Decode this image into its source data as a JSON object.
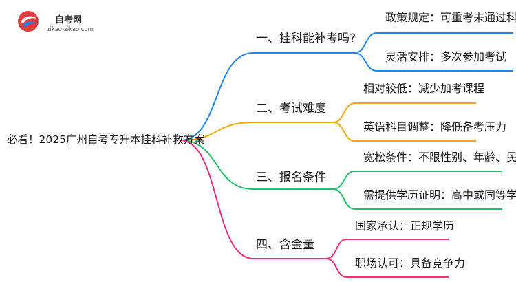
{
  "logo": {
    "name": "自考网",
    "url": "zikao-zikao.com"
  },
  "root": {
    "label": "必看！2025广州自考专升本挂科补救方案"
  },
  "branches": [
    {
      "label": "一、挂科能补考吗?",
      "color": "#1e88f0",
      "leaves": [
        {
          "label": "政策规定：可重考未通过科目"
        },
        {
          "label": "灵活安排：多次参加考试"
        }
      ]
    },
    {
      "label": "二、考试难度",
      "color": "#f5a60d",
      "leaves": [
        {
          "label": "相对较低：减少加考课程"
        },
        {
          "label": "英语科目调整：降低备考压力"
        }
      ]
    },
    {
      "label": "三、报名条件",
      "color": "#21c06b",
      "leaves": [
        {
          "label": "宽松条件：不限性别、年龄、民族"
        },
        {
          "label": "需提供学历证明：高中或同等学历"
        }
      ]
    },
    {
      "label": "四、含金量",
      "color": "#ef2f7a",
      "leaves": [
        {
          "label": "国家承认：正规学历"
        },
        {
          "label": "职场认可：具备竞争力"
        }
      ]
    }
  ]
}
